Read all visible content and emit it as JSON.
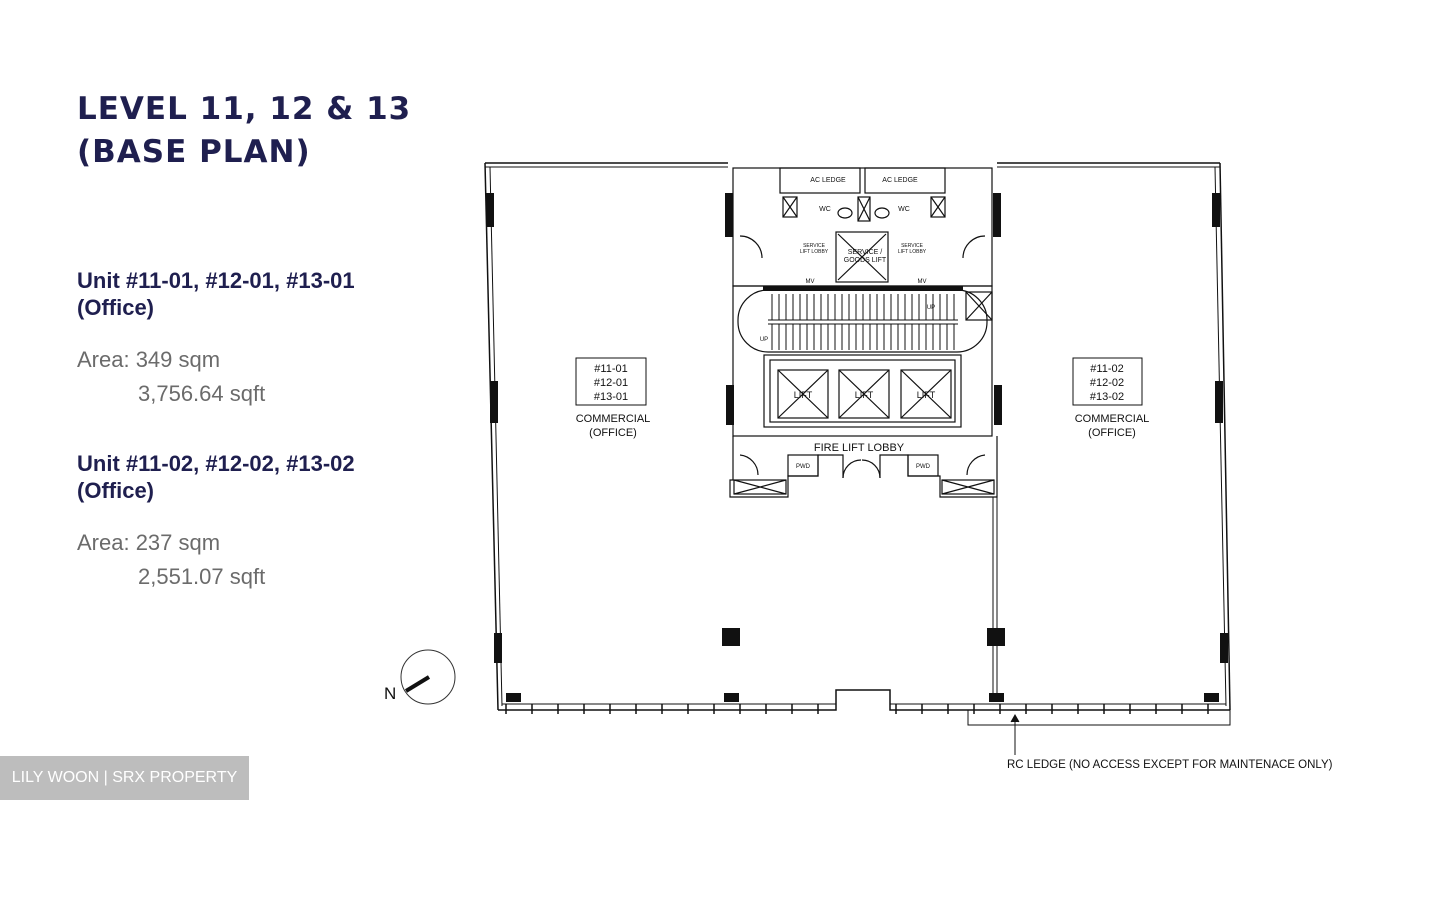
{
  "header": {
    "title_line1": "LEVEL 11, 12 & 13",
    "title_line2": "(BASE PLAN)"
  },
  "units": [
    {
      "title_line1": "Unit #11-01, #12-01, #13-01",
      "title_line2": "(Office)",
      "area_sqm": "Area: 349 sqm",
      "area_sqft": "3,756.64 sqft"
    },
    {
      "title_line1": "Unit #11-02, #12-02, #13-02",
      "title_line2": "(Office)",
      "area_sqm": "Area: 237 sqm",
      "area_sqft": "2,551.07 sqft"
    }
  ],
  "watermark": "LILY WOON | SRX PROPERTY",
  "plan": {
    "unit_left": {
      "nums": [
        "#11-01",
        "#12-01",
        "#13-01"
      ],
      "use": "COMMERCIAL",
      "use2": "(OFFICE)"
    },
    "unit_right": {
      "nums": [
        "#11-02",
        "#12-02",
        "#13-02"
      ],
      "use": "COMMERCIAL",
      "use2": "(OFFICE)"
    },
    "ac_ledge": "AC LEDGE",
    "wc": "WC",
    "service_lift_lobby": [
      "SERVICE",
      "LIFT LOBBY"
    ],
    "service_lift": [
      "SERVICE /",
      "GOODS LIFT"
    ],
    "mv": "MV",
    "up": "UP",
    "lift": "LIFT",
    "fire_lift_lobby": "FIRE LIFT LOBBY",
    "pwd": "PWD",
    "north": "N",
    "rc_ledge": "RC LEDGE (NO ACCESS EXCEPT FOR MAINTENACE ONLY)"
  }
}
